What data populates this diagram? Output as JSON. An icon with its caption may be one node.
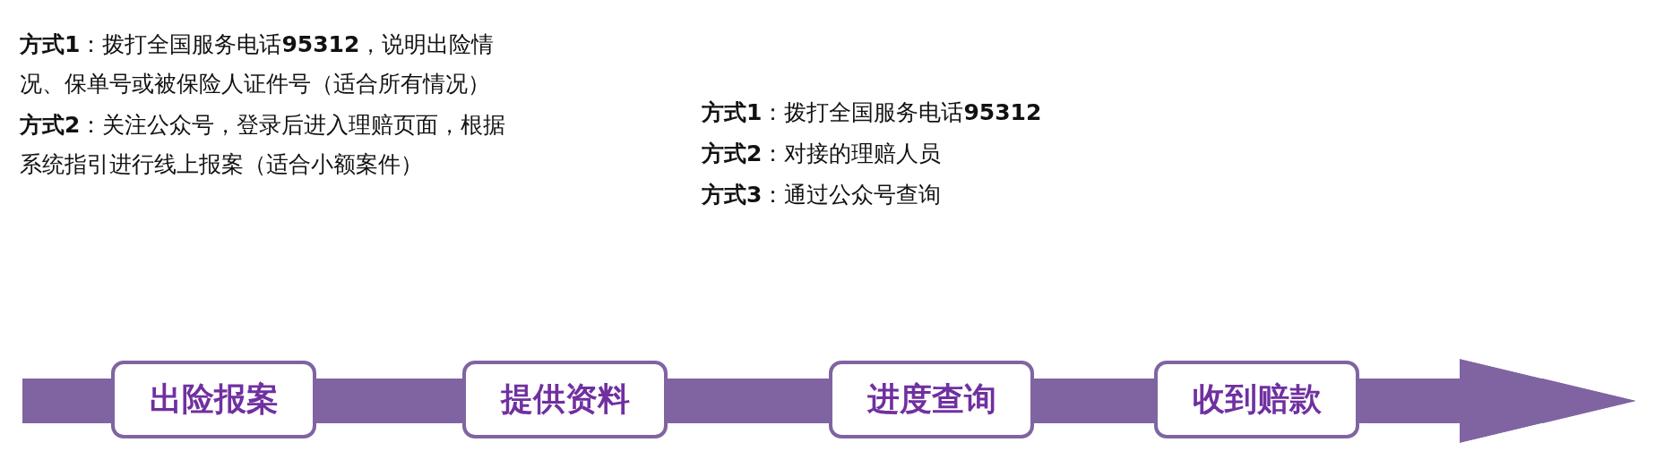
{
  "diagram": {
    "nodes": [
      {
        "text": [
          "出险报案"
        ],
        "beside": [
          "**方式1**：拨打全国服务电话**95312**，说明出险情况、保单号或被保险人证件号（适合所有情况）",
          "**方式2**：关注公众号，登录后进入理赔页面，根据系统指引进行线上报案（适合小额案件）"
        ]
      },
      {
        "text": [
          "提供资料"
        ]
      },
      {
        "text": [
          "进度查询"
        ],
        "beside": [
          "**方式1**：拨打全国服务电话**95312**",
          "**方式2**：对接的理赔人员",
          "**方式3**：通过公众号查询"
        ]
      },
      {
        "text": [
          "收到赔款"
        ]
      }
    ],
    "edges": [
      {
        "from": null,
        "to": 0,
        "arrow": "none"
      },
      {
        "from": 0,
        "to": 1,
        "arrow": "none"
      },
      {
        "from": 1,
        "to": 2,
        "arrow": "none"
      },
      {
        "from": 2,
        "to": 3,
        "arrow": "none"
      },
      {
        "from": 3,
        "to": null,
        "arrow": "to"
      }
    ]
  }
}
